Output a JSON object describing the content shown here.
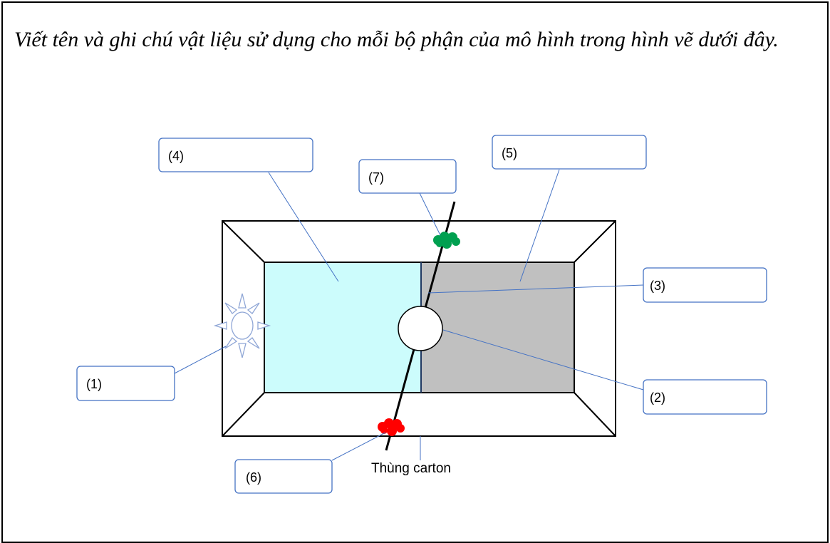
{
  "prompt": "Viết tên và ghi chú vật liệu sử dụng cho mỗi bộ phận của mô hình trong hình vẽ dưới đây.",
  "labels": {
    "l1": "(1)",
    "l2": "(2)",
    "l3": "(3)",
    "l4": "(4)",
    "l5": "(5)",
    "l6": "(6)",
    "l7": "(7)"
  },
  "carton_label": "Thùng carton",
  "colors": {
    "water": "#ccfcfc",
    "shadow": "#c0c0c0",
    "callout_line": "#4472c4",
    "label_border": "#4472c4",
    "red_blob": "#ff0000",
    "green_blob": "#00a050",
    "sun_outline": "#8fa6d6"
  }
}
